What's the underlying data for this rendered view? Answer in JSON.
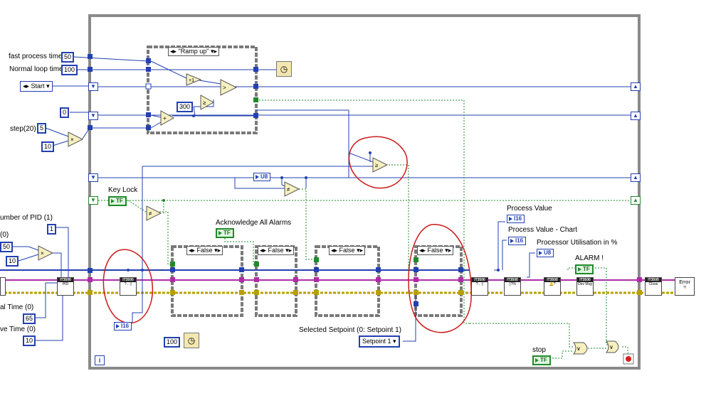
{
  "labels": {
    "fast_process_time": "fast process time",
    "normal_loop_time": "Normal loop time",
    "step": "step(20)",
    "key_lock": "Key Lock",
    "number_of_pid": "umber of PID (1)",
    "integral_time": "al Time (0)",
    "derivative_time": "ve Time (0)",
    "acknowledge_all_alarms": "Acknowledge All Alarms",
    "process_value": "Process Value",
    "process_value_chart": "Process Value - Chart",
    "processor_utilisation": "Processor Utilisation in %",
    "alarm": "ALARM !",
    "selected_setpoint": "Selected Setpoint (0: Setpoint 1)",
    "stop": "stop"
  },
  "constants": {
    "fast_process_time": "50",
    "normal_loop_time": "100",
    "start_enum": "Start",
    "zero": "0",
    "step_value": "5",
    "multiplier_10": "10",
    "threshold_300": "300",
    "pid_number": "1",
    "left_0": "(0)",
    "left_50": "50",
    "left_10": "10",
    "integral_65": "65",
    "derivative_10": "10",
    "wait_100": "100",
    "setpoint_enum": "Setpoint 1"
  },
  "case_structures": {
    "ramp_up": "\"Ramp up\"",
    "false_label": "False"
  },
  "type_tags": {
    "u8": "U8",
    "i16": "I16",
    "tf": "TF"
  },
  "subvis": {
    "header": "IT3500",
    "pid": "PID",
    "dev_msg": "Dev Msg",
    "close": "Close",
    "error": "Error"
  },
  "loop_iteration": "i",
  "wire_colors": {
    "numeric": "#2340b0",
    "boolean": "#1f8a2a",
    "error_cluster": "#b8a000",
    "refnum": "#b02aa8",
    "annotation": "#cc1b1b"
  }
}
